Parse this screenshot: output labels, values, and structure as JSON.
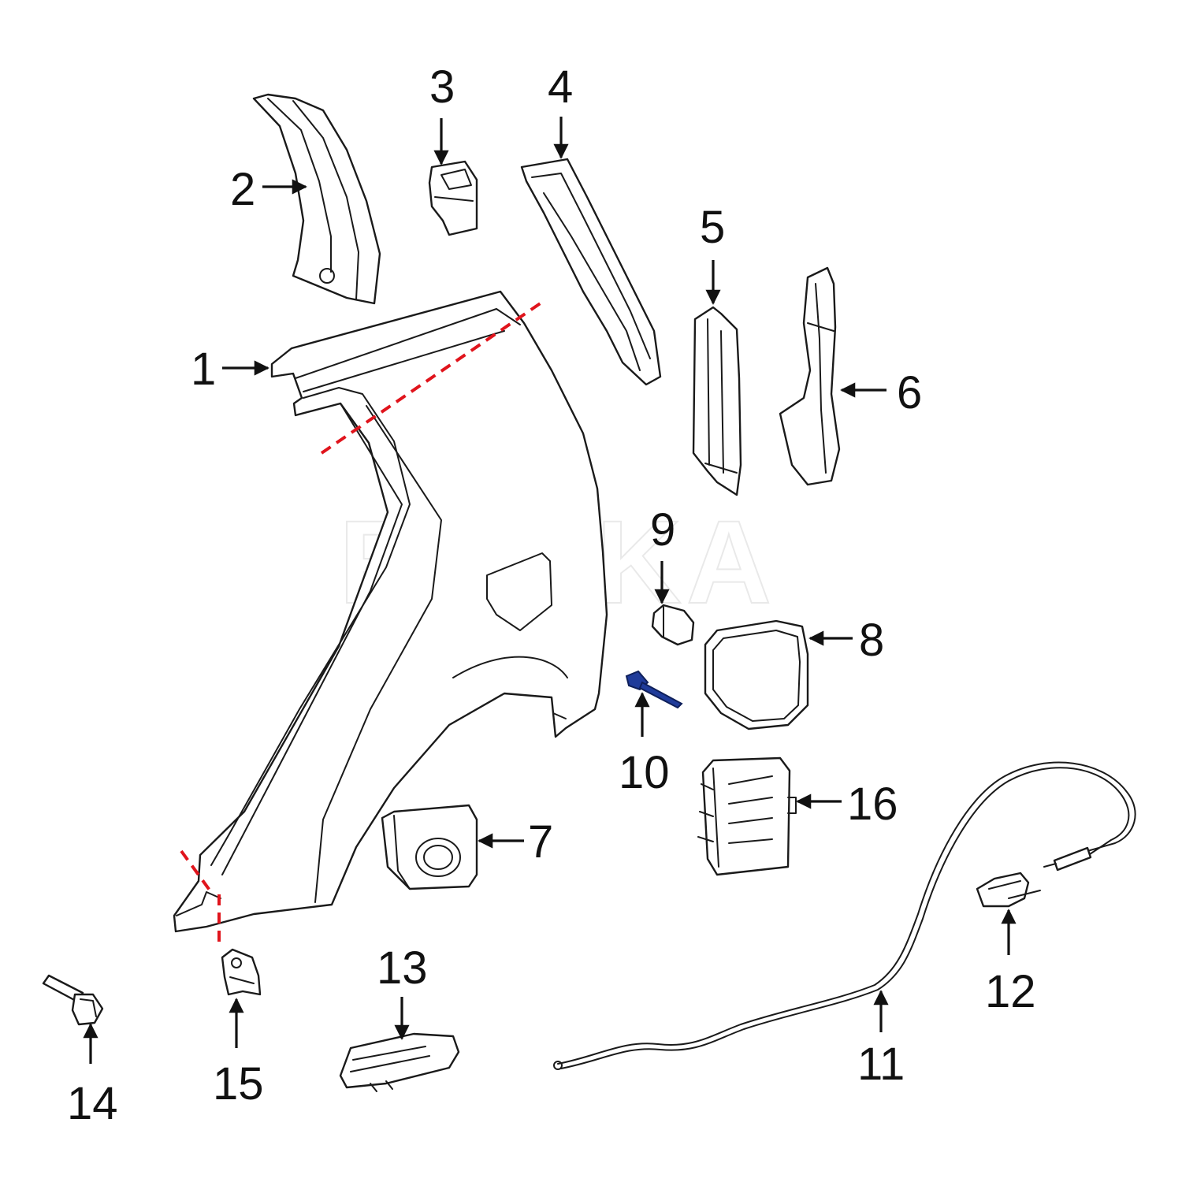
{
  "watermark": "REXKA",
  "colors": {
    "line": "#1a1a1a",
    "cut_line": "#e0141c",
    "highlight_part": "#1f3b9a",
    "background": "#ffffff"
  },
  "callouts": [
    "1",
    "2",
    "3",
    "4",
    "5",
    "6",
    "7",
    "8",
    "9",
    "10",
    "11",
    "12",
    "13",
    "14",
    "15",
    "16"
  ],
  "highlighted_callout": "10"
}
